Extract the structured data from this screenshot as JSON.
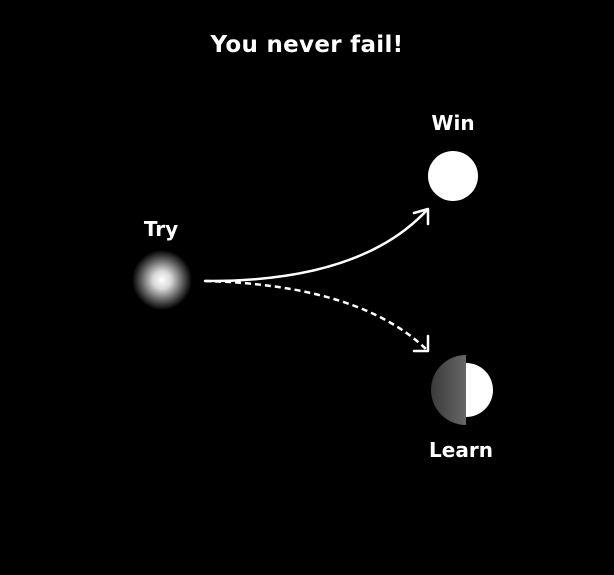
{
  "title": "You never fail!",
  "nodes": {
    "try": {
      "label": "Try"
    },
    "win": {
      "label": "Win"
    },
    "learn": {
      "label": "Learn"
    }
  },
  "edges": [
    {
      "from": "try",
      "to": "win",
      "style": "solid"
    },
    {
      "from": "try",
      "to": "learn",
      "style": "dashed"
    }
  ],
  "colors": {
    "background": "#000000",
    "foreground": "#ffffff"
  }
}
